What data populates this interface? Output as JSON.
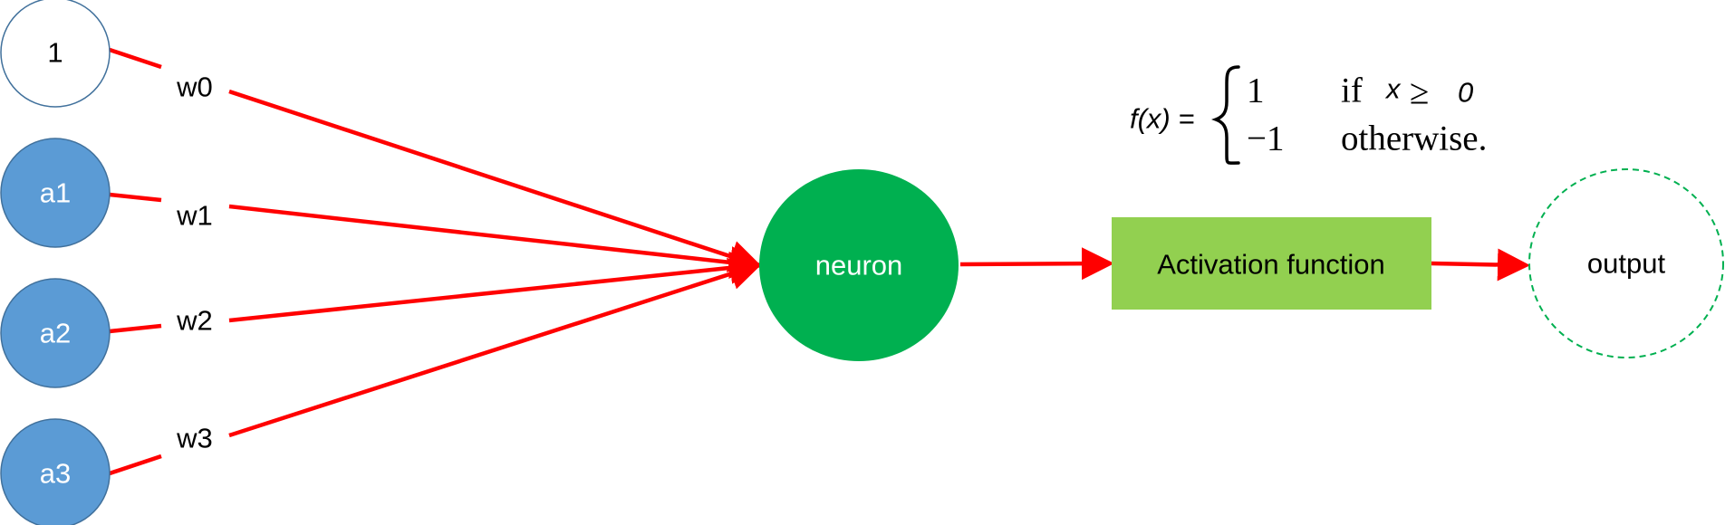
{
  "inputs": [
    {
      "id": "bias",
      "label": "1",
      "fill": "#ffffff",
      "text_color": "#000000",
      "stroke": "#41719c"
    },
    {
      "id": "a1",
      "label": "a1",
      "fill": "#5b9bd5",
      "text_color": "#ffffff",
      "stroke": "#41719c"
    },
    {
      "id": "a2",
      "label": "a2",
      "fill": "#5b9bd5",
      "text_color": "#ffffff",
      "stroke": "#41719c"
    },
    {
      "id": "a3",
      "label": "a3",
      "fill": "#5b9bd5",
      "text_color": "#ffffff",
      "stroke": "#41719c"
    }
  ],
  "weights": [
    "w0",
    "w1",
    "w2",
    "w3"
  ],
  "neuron": {
    "label": "neuron",
    "fill": "#00b050",
    "text_color": "#ffffff"
  },
  "activation": {
    "label": "Activation function",
    "fill": "#92d050",
    "text_color": "#000000"
  },
  "output": {
    "label": "output",
    "stroke": "#00b050",
    "border_style": "dashed",
    "text_color": "#000000"
  },
  "connection_color": "#ff0000",
  "formula": {
    "lhs": "f(x) =",
    "case1_value": "1",
    "case1_if": "if",
    "case1_x": "x",
    "case1_op": "≥",
    "case1_zero": "0",
    "case2_value": "−1",
    "case2_condition": "otherwise."
  }
}
